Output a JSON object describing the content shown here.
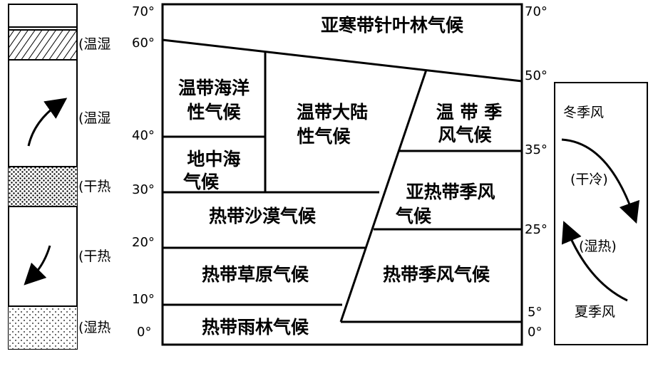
{
  "left_column": {
    "labels": [
      "(温湿",
      "(温湿",
      "(干热",
      "(干热",
      "(湿热"
    ]
  },
  "latitude_left": [
    "70°",
    "60°",
    "40°",
    "30°",
    "20°",
    "10°",
    "0°"
  ],
  "latitude_right": [
    "70°",
    "50°",
    "35°",
    "25°",
    "5°",
    "0°"
  ],
  "zones": {
    "subarctic": "亚寒带针叶林气候",
    "temperate_oceanic": [
      "温带海洋",
      "性气候"
    ],
    "temperate_continental": [
      "温带大陆",
      "性气候"
    ],
    "mediterranean": [
      "地中海",
      "气候"
    ],
    "temperate_monsoon": [
      "温 带 季",
      "风气候"
    ],
    "subtropical_monsoon": [
      "亚热带季风",
      "气候"
    ],
    "tropical_desert": "热带沙漠气候",
    "tropical_savanna": "热带草原气候",
    "tropical_monsoon": "热带季风气候",
    "tropical_rainforest": "热带雨林气候"
  },
  "right_column": {
    "winter_monsoon": "冬季风",
    "winter_nature": "(干冷)",
    "summer_nature": "(湿热)",
    "summer_monsoon": "夏季风"
  }
}
